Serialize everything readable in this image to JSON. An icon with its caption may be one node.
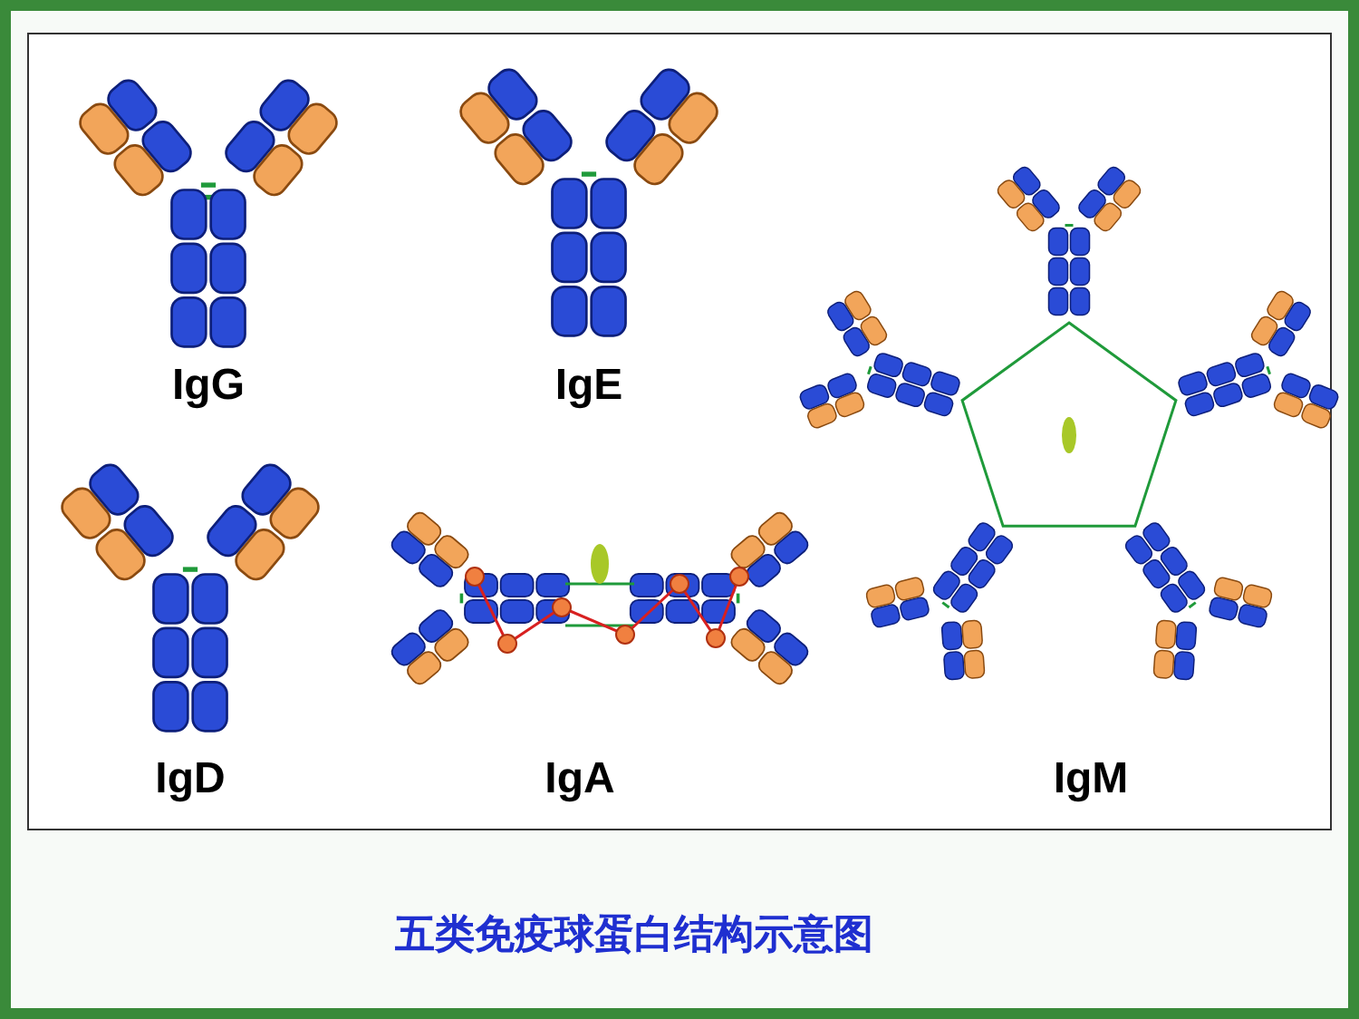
{
  "diagram": {
    "caption": "五类免疫球蛋白结构示意图",
    "labels": [
      "IgG",
      "IgE",
      "IgD",
      "IgA",
      "IgM"
    ]
  }
}
